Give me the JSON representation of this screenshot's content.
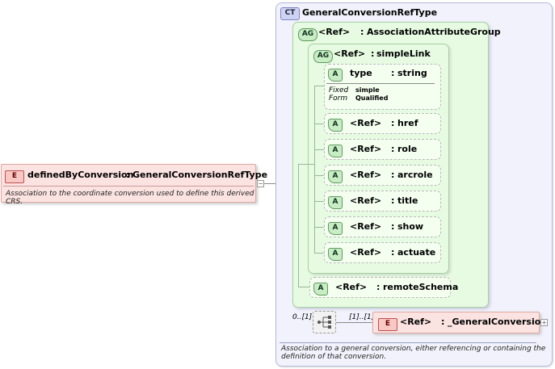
{
  "root_element": {
    "badge": "E",
    "name": "definedByConversion",
    "type_sep": ":",
    "type": "GeneralConversionRefType",
    "doc": "Association to the coordinate conversion used to define this derived CRS."
  },
  "complex_type": {
    "badge": "CT",
    "name": "GeneralConversionRefType",
    "doc_line1": "Association to a general conversion, either referencing or containing the",
    "doc_line2": "definition of that conversion."
  },
  "attribute_group_outer": {
    "badge": "AG",
    "ref": "<Ref>",
    "sep": ":",
    "name": "AssociationAttributeGroup"
  },
  "attribute_group_inner": {
    "badge": "AG",
    "ref": "<Ref>",
    "sep": ":",
    "name": "simpleLink"
  },
  "attributes": {
    "type_attr": {
      "badge": "A",
      "name": "type",
      "sep": ":",
      "type": "string",
      "fixed_label": "Fixed",
      "fixed_value": "simple",
      "form_label": "Form",
      "form_value": "Qualified"
    },
    "refs": [
      {
        "badge": "A",
        "ref": "<Ref>",
        "sep": ":",
        "name": "href"
      },
      {
        "badge": "A",
        "ref": "<Ref>",
        "sep": ":",
        "name": "role"
      },
      {
        "badge": "A",
        "ref": "<Ref>",
        "sep": ":",
        "name": "arcrole"
      },
      {
        "badge": "A",
        "ref": "<Ref>",
        "sep": ":",
        "name": "title"
      },
      {
        "badge": "A",
        "ref": "<Ref>",
        "sep": ":",
        "name": "show"
      },
      {
        "badge": "A",
        "ref": "<Ref>",
        "sep": ":",
        "name": "actuate"
      }
    ],
    "remote_schema": {
      "badge": "A",
      "ref": "<Ref>",
      "sep": ":",
      "name": "remoteSchema"
    }
  },
  "sequence": {
    "left_occurs": "0..[1]",
    "right_occurs": "[1]..[1]"
  },
  "child_element": {
    "badge": "E",
    "ref": "<Ref>",
    "sep": ":",
    "name": "_GeneralConversion"
  },
  "colors": {
    "element_fill": "#fbe3e1",
    "element_border": "#e0a8a4",
    "complex_fill": "#f1f2fb",
    "complex_border": "#b5b9dc",
    "group_fill": "#e7fbe2",
    "group_border": "#a8cfa2"
  }
}
